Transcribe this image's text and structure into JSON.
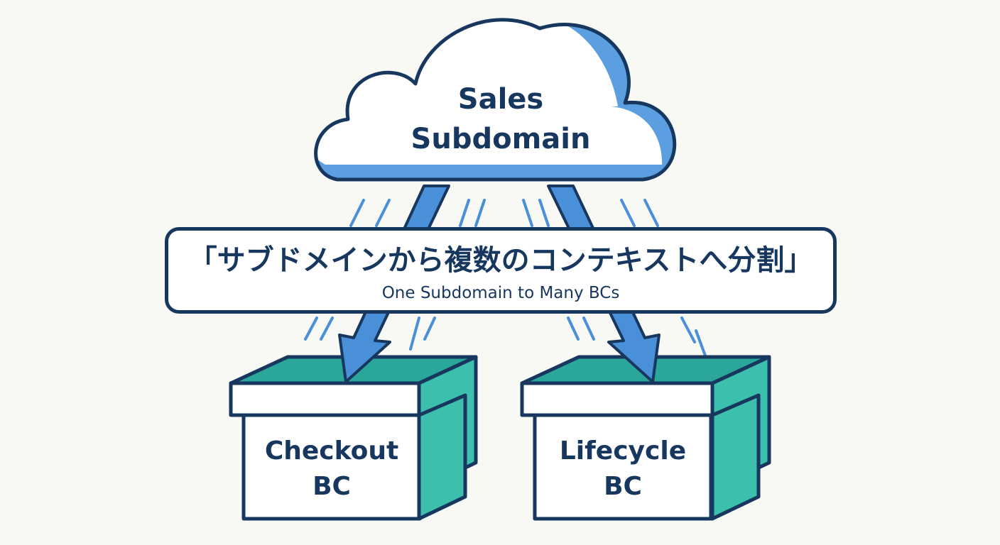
{
  "source_node": {
    "line1": "Sales",
    "line2": "Subdomain"
  },
  "banner": {
    "japanese": "「サブドメインから複数のコンテキストへ分割」",
    "english": "One Subdomain to Many BCs"
  },
  "targets": [
    {
      "line1": "Checkout",
      "line2": "BC"
    },
    {
      "line1": "Lifecycle",
      "line2": "BC"
    }
  ],
  "colors": {
    "outline": "#17375e",
    "cloud_fill": "#ffffff",
    "cloud_shade": "#5b9fe0",
    "arrow": "#4a90d9",
    "box_front": "#ffffff",
    "box_side": "#3dbfae",
    "box_inside": "#2aa69a",
    "background": "#f8f8f5"
  }
}
